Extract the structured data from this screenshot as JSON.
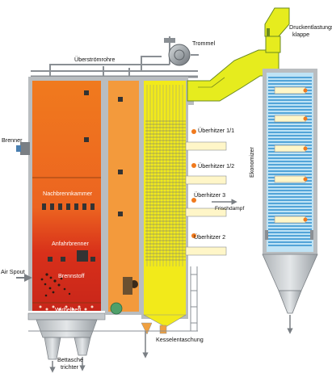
{
  "labels": {
    "trommel": "Trommel",
    "druckentlastungsklappe_1": "Druckentlastungs",
    "druckentlastungsklappe_2": "klappe",
    "ueberstroemrohre": "Überströmrohre",
    "brenner": "Brenner",
    "ueberhitzer_1_1": "Überhitzer 1/1",
    "ueberhitzer_1_2": "Überhitzer 1/2",
    "ueberhitzer_3": "Überhitzer 3",
    "frischdampf": "Frischdampf",
    "ueberhitzer_2": "Überhitzer 2",
    "ekonomizer": "Ekonomizer",
    "nachbrennkammer": "Nachbrennkammer",
    "anfahrbrenner": "Anfahrbrenner",
    "air_spout": "Air Spout",
    "brennstoff": "Brennstoff",
    "wirbelbett": "Wirbelbett",
    "kesselentaschung": "Kesselentaschung",
    "bettasche_1": "Bettasche",
    "bettasche_2": "trichter"
  },
  "colors": {
    "furnace_orange": "#f07a1e",
    "furnace_red": "#d8301a",
    "second_pass": "#f39a3c",
    "superheater_yellow": "#f2ea1a",
    "duct_yellow": "#e6ec1e",
    "economizer_blue": "#3fa8df",
    "frame_grey": "#8a8f94"
  }
}
